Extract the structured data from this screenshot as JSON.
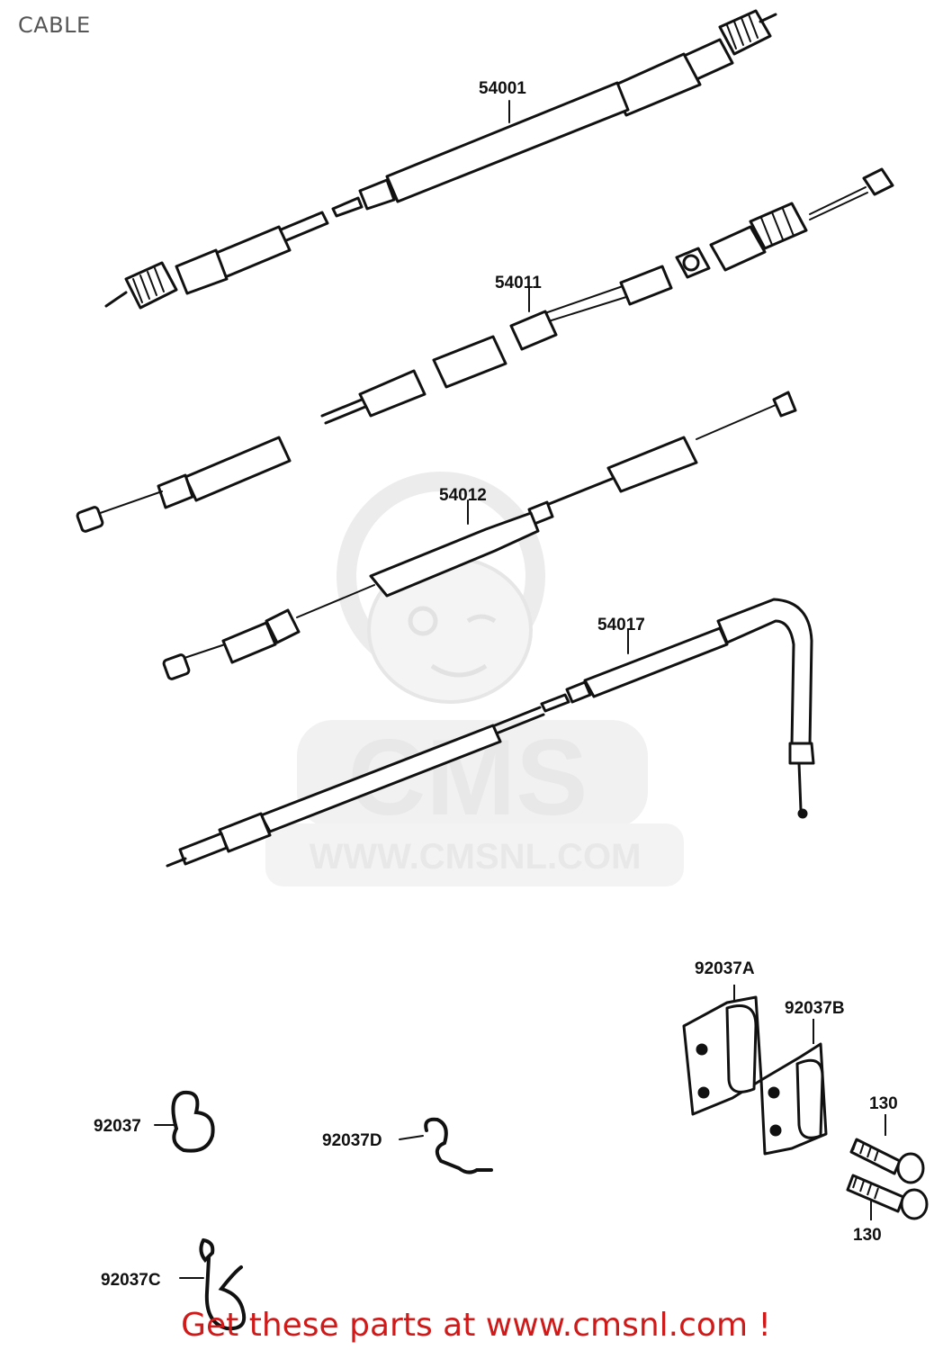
{
  "page": {
    "title": "CABLE"
  },
  "watermark": {
    "logo_text": "CMS",
    "url_text": "WWW.CMSNL.COM"
  },
  "parts": {
    "speedo_cable": "54001",
    "clutch_cable": "54011",
    "throttle_cable_a": "54012",
    "choke_cable": "54017",
    "clamp": "92037",
    "clamp_a": "92037A",
    "clamp_b": "92037B",
    "clamp_c": "92037C",
    "clamp_d": "92037D",
    "bolt_upper": "130",
    "bolt_lower": "130"
  },
  "footer": {
    "text": "Get these parts at www.cmsnl.com !"
  },
  "colors": {
    "footer": "#d01a1a",
    "lines": "#111111",
    "watermark": "#e8e8e8"
  }
}
